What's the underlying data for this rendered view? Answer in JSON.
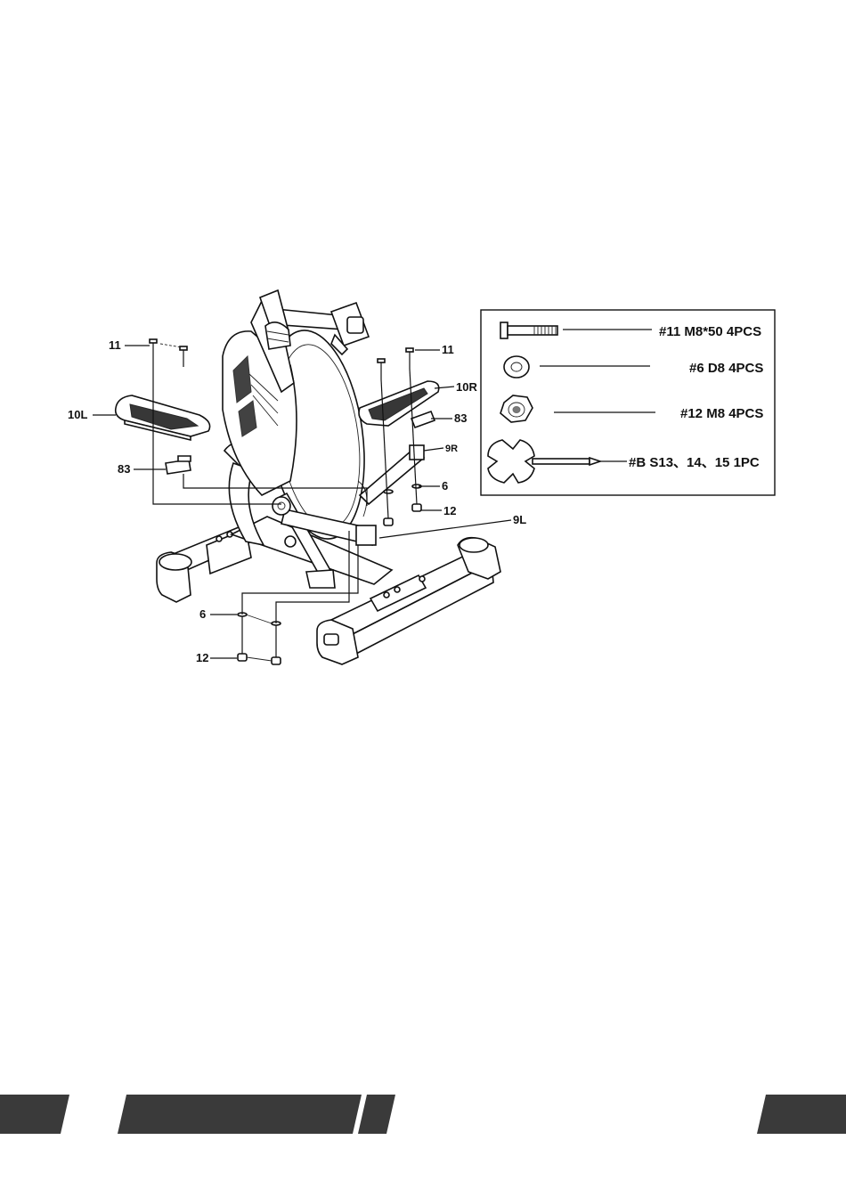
{
  "callouts": {
    "l_11": "11",
    "r_11": "11",
    "l_10": "10L",
    "r_10": "10R",
    "l_83": "83",
    "r_83": "83",
    "r_9": "9R",
    "l_9": "9L",
    "r_6": "6",
    "l_6": "6",
    "r_12": "12",
    "l_12": "12"
  },
  "hardware": [
    {
      "text": "#11  M8*50   4PCS",
      "icon": "bolt-icon"
    },
    {
      "text": "#6  D8  4PCS",
      "icon": "washer-icon"
    },
    {
      "text": "#12  M8   4PCS",
      "icon": "nut-icon"
    },
    {
      "text": "#B   S13、14、15   1PC",
      "icon": "wrench-icon"
    }
  ],
  "colors": {
    "footer": "#3a3a3a",
    "ink": "#111111"
  }
}
